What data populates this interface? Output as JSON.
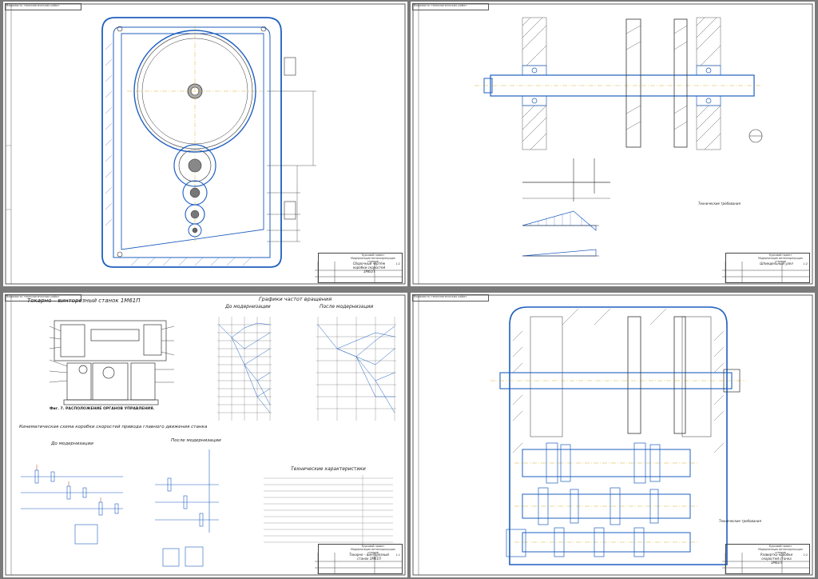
{
  "colors": {
    "background": "#7a7a7a",
    "paper": "#ffffff",
    "line": "#2a2a2a",
    "accent": "#1f5fbf",
    "axis": "#c8a000",
    "tick": "#c03030"
  },
  "sheets": [
    {
      "stamp": "Ведомость технологических работ",
      "title_block": {
        "org": "Курсовой проект",
        "dept": "Модернизация металлорежущих станков",
        "title": "Сборочный чертёж коробки скоростей 1М61П",
        "scale": "1:2"
      }
    },
    {
      "stamp": "Ведомость технологических работ",
      "notes": [
        "Технические требования"
      ],
      "title_block": {
        "org": "Курсовой проект",
        "dept": "Модернизация металлорежущих станков",
        "title": "Шпиндельный узел",
        "scale": "1:2"
      }
    },
    {
      "stamp": "Ведомость технологических работ",
      "heading": "Токарно – винторезный станок 1М61П",
      "figure_caption": "Фиг. 7. РАСПОЛОЖЕНИЕ ОРГАНОВ УПРАВЛЕНИЯ.",
      "graphs_heading": "Графики частот вращения",
      "graph_left": "До модернизации",
      "graph_right": "После модернизации",
      "kinematic_heading": "Кинематическая схема коробки скоростей привода главного движения станка",
      "kinematic_left": "До модернизации",
      "kinematic_right": "После модернизации",
      "specs_heading": "Технические характеристики",
      "title_block": {
        "org": "Курсовой проект",
        "dept": "Модернизация металлорежущих станков",
        "title": "Токарно – винторезный станок 1М61П",
        "scale": "1:1"
      }
    },
    {
      "stamp": "Ведомость технологических работ",
      "notes": [
        "Технические требования"
      ],
      "title_block": {
        "org": "Курсовой проект",
        "dept": "Модернизация металлорежущих станков",
        "title": "Развертка коробки скоростей станка 1М61П",
        "scale": "1:2"
      }
    }
  ]
}
